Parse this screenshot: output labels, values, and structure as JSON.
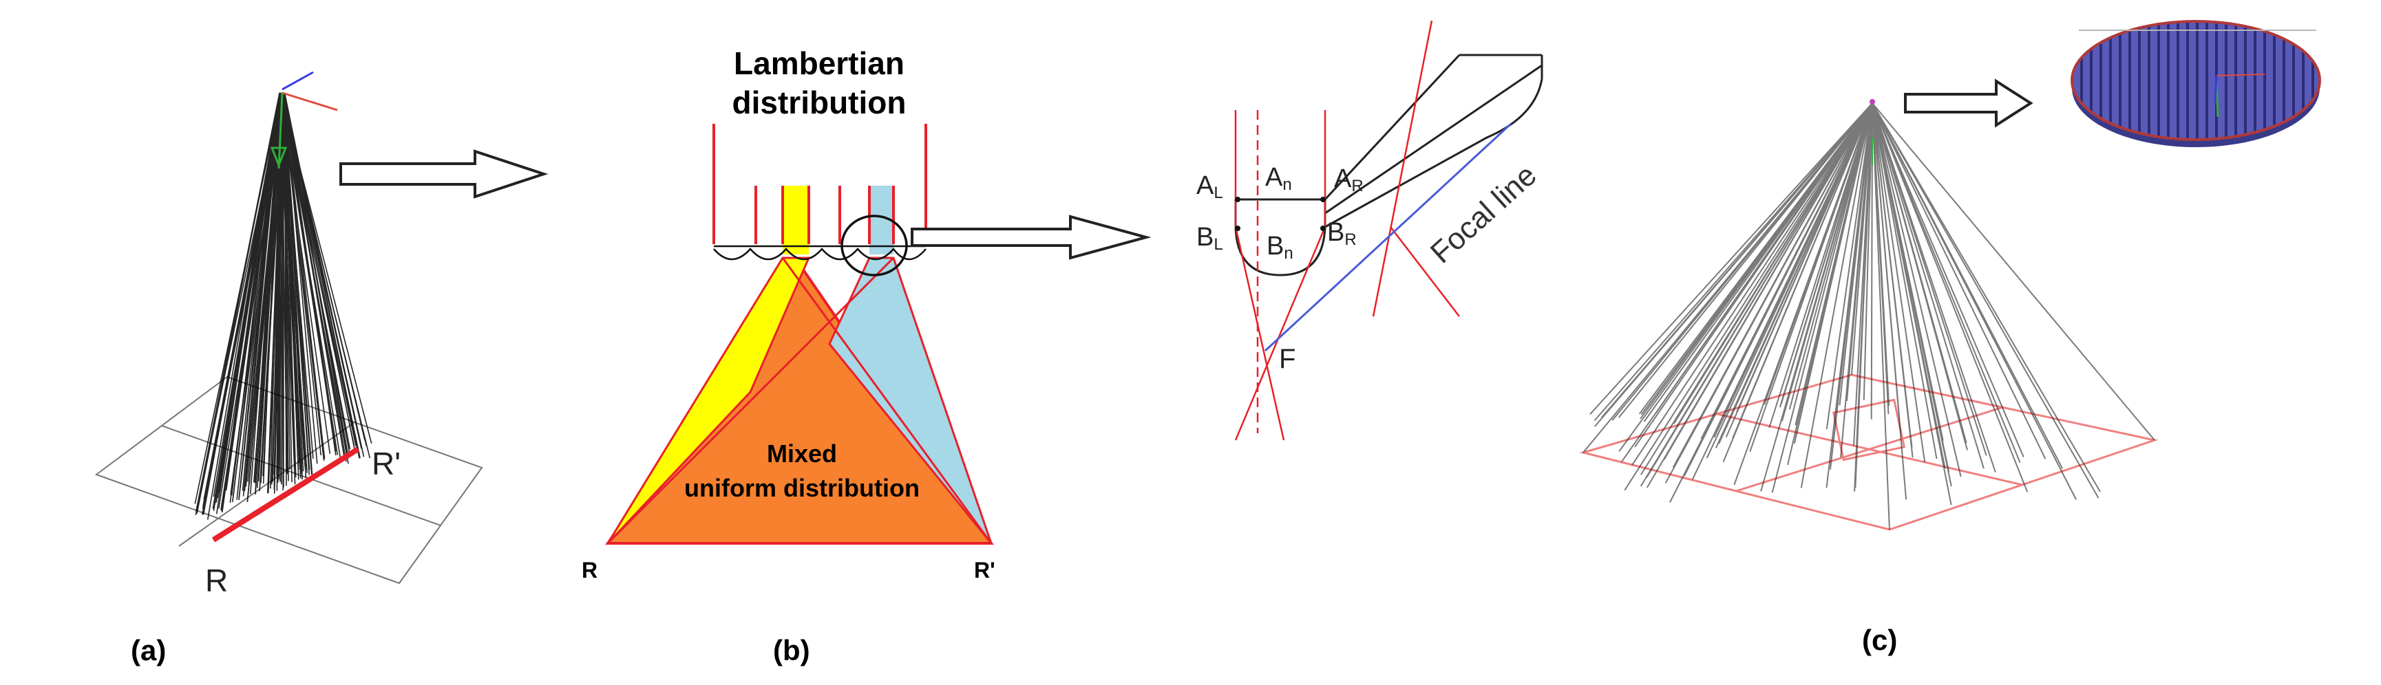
{
  "panel_a": {
    "caption": "(a)",
    "label_r": "R",
    "label_r_prime": "R'"
  },
  "panel_b": {
    "caption": "(b)",
    "title_line1": "Lambertian",
    "title_line2": "distribution",
    "center_line1": "Mixed",
    "center_line2": "uniform distribution",
    "label_r": "R",
    "label_r_prime": "R'"
  },
  "panel_detail": {
    "al": "A",
    "al_sub": "L",
    "an": "A",
    "an_sub": "n",
    "ar": "A",
    "ar_sub": "R",
    "bl": "B",
    "bl_sub": "L",
    "bn": "B",
    "bn_sub": "n",
    "br": "B",
    "br_sub": "R",
    "focal_point": "F",
    "focal_line": "Focal line"
  },
  "panel_c": {
    "caption": "(c)"
  },
  "colors": {
    "red": "#e8212a",
    "yellow": "#ffff00",
    "light_blue": "#a6d8e8",
    "orange": "#f7812f",
    "blue_line": "#4a5cd6",
    "disk": "#5a5ab8"
  }
}
